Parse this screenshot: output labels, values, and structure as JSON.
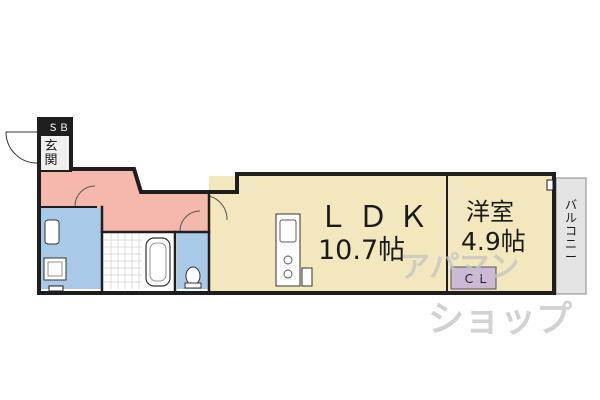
{
  "rooms": {
    "sb": "ＳＢ",
    "genkan": "玄関",
    "ldk": {
      "name": "ＬＤＫ",
      "area": "10.7帖"
    },
    "yoshitsu": {
      "name": "洋室",
      "area": "4.9帖"
    },
    "closet": "ＣＬ",
    "balcony": "バルコニー"
  },
  "watermark": {
    "line1": "アパマン",
    "line2": "ショップ"
  },
  "colors": {
    "wall": "#1e1e1e",
    "living": "#f3e8bd",
    "hall": "#f4b9ac",
    "wet": "#a9c9e8",
    "closet": "#cdb8d8",
    "balcony": "#e4e4e4"
  }
}
